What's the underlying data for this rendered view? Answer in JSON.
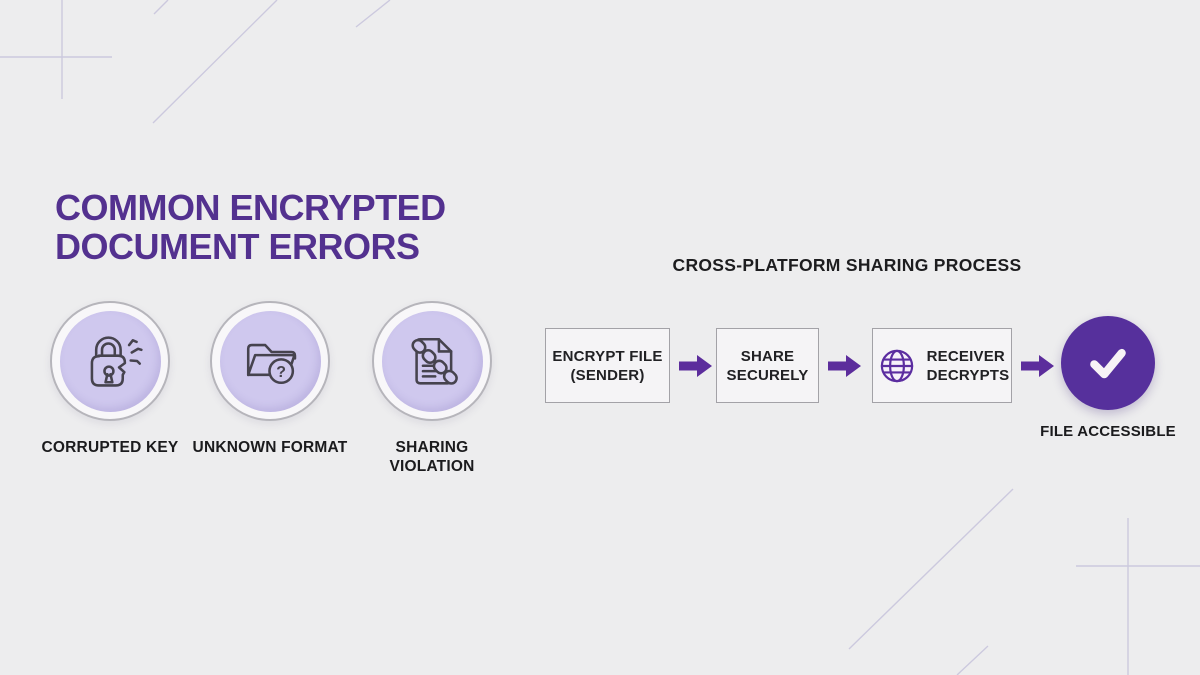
{
  "colors": {
    "background": "#ededee",
    "title_purple": "#53318f",
    "accent_purple": "#56309c",
    "arrow_purple": "#5c2d9c",
    "lavender_disc": "#cfc8ee",
    "icon_stroke": "#46434e",
    "globe_purple": "#5b2da0",
    "box_border": "#a3a2a7",
    "decor_line": "#c9c6dd"
  },
  "errors_section": {
    "title_line1": "COMMON ENCRYPTED",
    "title_line2": "DOCUMENT ERRORS",
    "items": [
      {
        "icon": "broken-lock-icon",
        "label": "CORRUPTED KEY"
      },
      {
        "icon": "unknown-format-folder-icon",
        "label": "UNKNOWN FORMAT"
      },
      {
        "icon": "document-chain-icon",
        "label": "SHARING VIOLATION"
      }
    ]
  },
  "process_section": {
    "heading": "CROSS-PLATFORM SHARING PROCESS",
    "steps": [
      {
        "line1": "ENCRYPT FILE",
        "line2": "(SENDER)"
      },
      {
        "line1": "SHARE",
        "line2": "SECURELY"
      },
      {
        "line1": "RECEIVER",
        "line2": "DECRYPTS",
        "icon": "globe-icon"
      }
    ],
    "result": {
      "icon": "checkmark-icon",
      "label": "FILE ACCESSIBLE"
    }
  }
}
